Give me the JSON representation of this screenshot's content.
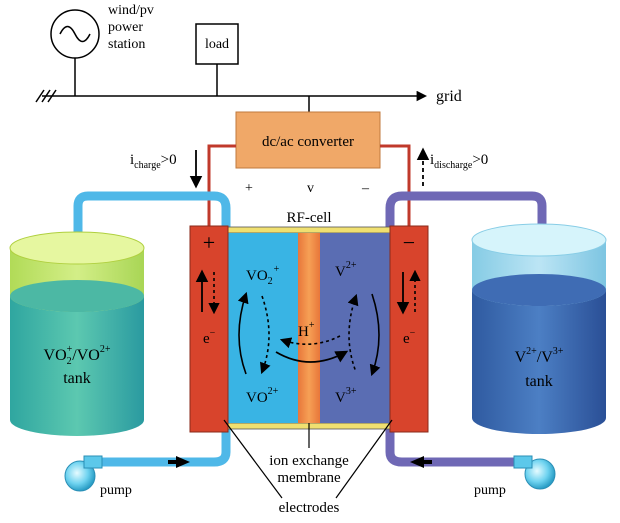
{
  "source": {
    "label_line1": "wind/pv",
    "label_line2": "power",
    "label_line3": "station"
  },
  "load": {
    "label": "load"
  },
  "grid": {
    "label": "grid"
  },
  "converter": {
    "label": "dc/ac converter",
    "plus": "+",
    "v": "v",
    "minus": "–"
  },
  "currents": {
    "charge": {
      "prefix": "i",
      "sub": "charge",
      "suffix": ">0"
    },
    "discharge": {
      "prefix": "i",
      "sub": "discharge",
      "suffix": ">0"
    }
  },
  "cell": {
    "title": "RF-cell",
    "electrode_plus": "+",
    "electrode_minus": "−",
    "electron": "e",
    "electron_sup": "−"
  },
  "species": {
    "left_top": {
      "base": "VO",
      "sub": "2",
      "sup": "+"
    },
    "left_bottom": {
      "base": "VO",
      "sup": "2+"
    },
    "right_top": {
      "base": "V",
      "sup": "2+"
    },
    "right_bottom": {
      "base": "V",
      "sup": "3+"
    },
    "proton": {
      "base": "H",
      "sup": "+"
    }
  },
  "tanks": {
    "left": {
      "line1_a": "VO",
      "line1_a_sub": "2",
      "line1_a_sup": "+",
      "line1_b": "/VO",
      "line1_b_sup": "2+",
      "line2": "tank"
    },
    "right": {
      "line1_a": "V",
      "line1_a_sup": "2+",
      "line1_b": "/V",
      "line1_b_sup": "3+",
      "line2": "tank"
    }
  },
  "labels": {
    "membrane_line1": "ion exchange",
    "membrane_line2": "membrane",
    "electrodes": "electrodes",
    "pump_left": "pump",
    "pump_right": "pump"
  },
  "colors": {
    "converter": "#f0a868",
    "electrode": "#d8442c",
    "wire": "#c0392b",
    "left_electrolyte": "#39b4e4",
    "right_electrolyte": "#5a6db3",
    "membrane": "#f08a3c",
    "left_pipe": "#4fb8e8",
    "right_pipe": "#6f68b5"
  }
}
